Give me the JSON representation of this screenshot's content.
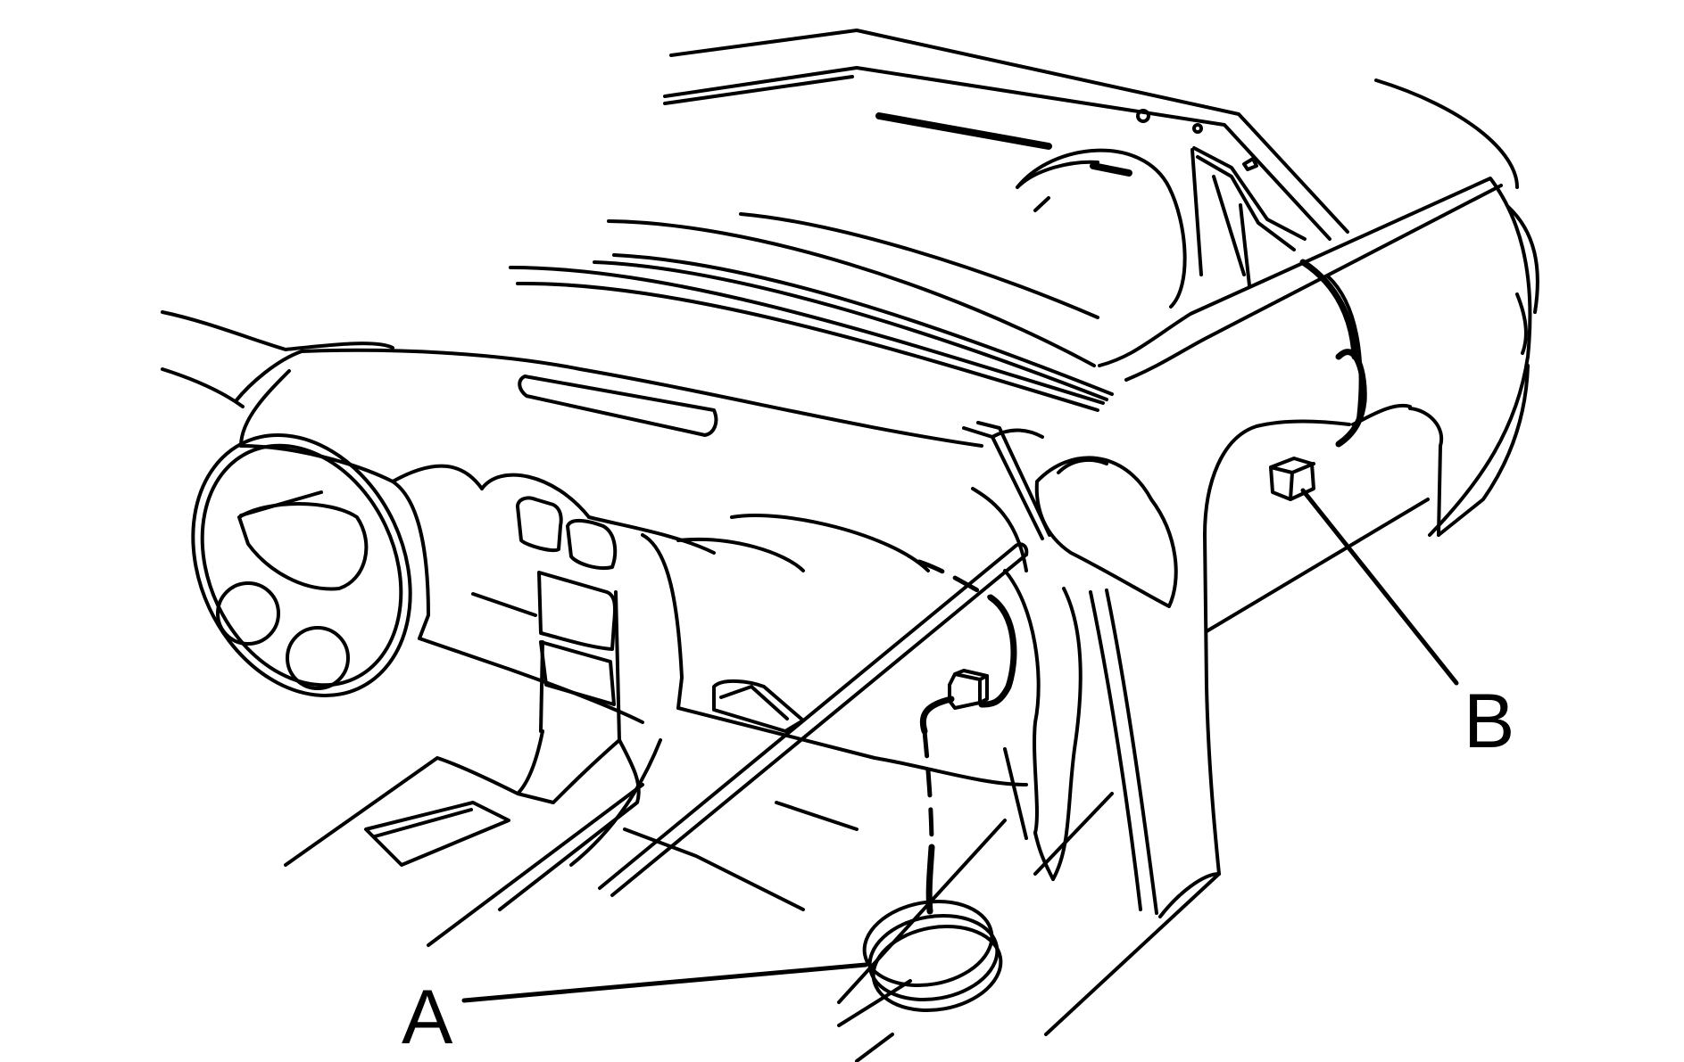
{
  "callouts": [
    {
      "label": "A",
      "part": "cabin-speaker"
    },
    {
      "label": "B",
      "part": "rear-connector"
    }
  ],
  "colors": {
    "line": "#000000",
    "background": "#ffffff"
  }
}
